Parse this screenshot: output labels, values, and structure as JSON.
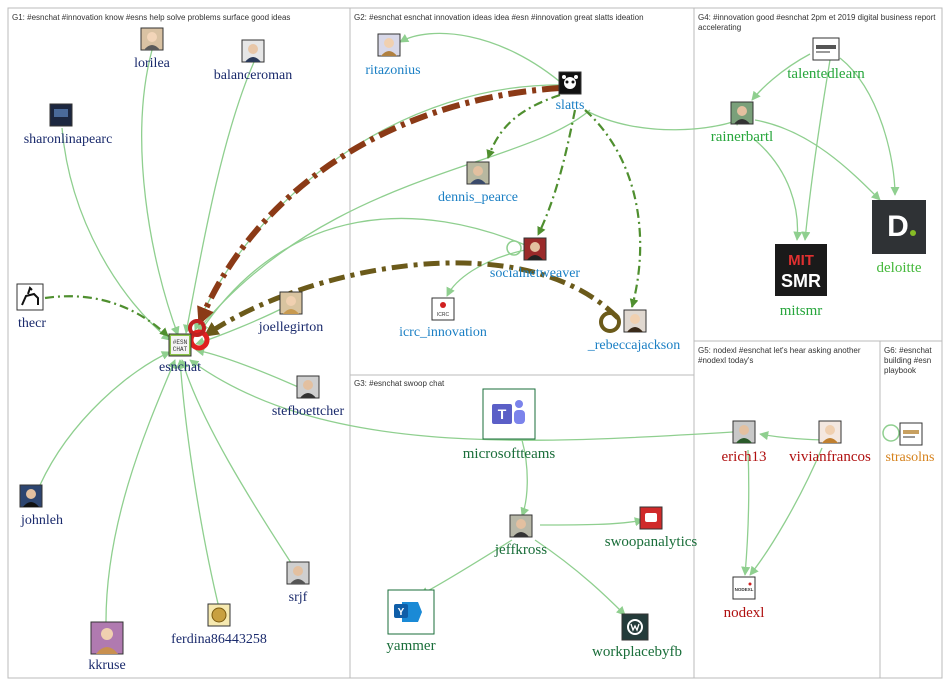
{
  "groups": [
    {
      "id": "G1",
      "label": "G1: #esnchat #innovation know #esns help solve problems surface good ideas"
    },
    {
      "id": "G2",
      "label": "G2: #esnchat esnchat innovation ideas idea #esn #innovation great slatts ideation"
    },
    {
      "id": "G3",
      "label": "G3: #esnchat swoop chat"
    },
    {
      "id": "G4",
      "label_lines": [
        "G4: #innovation good #esnchat 2pm et 2019 digital business report",
        "accelerating"
      ]
    },
    {
      "id": "G5",
      "label_lines": [
        "G5: nodexl #esnchat let's hear asking another",
        "#nodexl today's"
      ]
    },
    {
      "id": "G6",
      "label_lines": [
        "G6: #esnchat",
        "building #esn",
        "playbook"
      ]
    }
  ],
  "nodes": [
    {
      "id": "lorilea",
      "label": "lorilea",
      "color": "#1a2a6c",
      "icon": "photo-woman-icon"
    },
    {
      "id": "balanceroman",
      "label": "balanceroman",
      "color": "#1a2a6c",
      "icon": "photo-man-glasses-icon"
    },
    {
      "id": "sharonlinapearc",
      "label": "sharonlinapearc",
      "color": "#1a2a6c",
      "icon": "photo-dark-icon"
    },
    {
      "id": "thecr",
      "label": "thecr",
      "color": "#1a2a6c",
      "icon": "horse-rider-icon"
    },
    {
      "id": "joellegirton",
      "label": "joellegirton",
      "color": "#1a2a6c",
      "icon": "photo-woman-icon"
    },
    {
      "id": "esnchat",
      "label": "esnchat",
      "color": "#1a2a6c",
      "icon": "esn-chat-logo-icon"
    },
    {
      "id": "stefboettcher",
      "label": "stefboettcher",
      "color": "#1a2a6c",
      "icon": "photo-man-icon"
    },
    {
      "id": "johnleh",
      "label": "johnleh",
      "color": "#1a2a6c",
      "icon": "photo-man-suit-icon"
    },
    {
      "id": "srjf",
      "label": "srjf",
      "color": "#1a2a6c",
      "icon": "photo-man-icon"
    },
    {
      "id": "ferdina86443258",
      "label": "ferdina86443258",
      "color": "#1a2a6c",
      "icon": "badge-icon"
    },
    {
      "id": "kkruse",
      "label": "kkruse",
      "color": "#1a2a6c",
      "icon": "photo-woman-icon"
    },
    {
      "id": "ritazonius",
      "label": "ritazonius",
      "color": "#1a7fc4",
      "icon": "photo-woman-icon"
    },
    {
      "id": "slatts",
      "label": "slatts",
      "color": "#1a7fc4",
      "icon": "panda-icon"
    },
    {
      "id": "dennis_pearce",
      "label": "dennis_pearce",
      "color": "#1a7fc4",
      "icon": "photo-man-glasses-icon"
    },
    {
      "id": "socialnetweaver",
      "label": "socialnetweaver",
      "color": "#1a7fc4",
      "icon": "photo-man-icon"
    },
    {
      "id": "icrc_innovation",
      "label": "icrc_innovation",
      "color": "#1a7fc4",
      "icon": "icrc-logo-icon",
      "logo_text": "ICRC"
    },
    {
      "id": "_rebeccajackson",
      "label": "_rebeccajackson",
      "color": "#1a7fc4",
      "icon": "photo-woman-icon"
    },
    {
      "id": "microsoftteams",
      "label": "microsoftteams",
      "color": "#1a6e3a",
      "icon": "microsoft-teams-icon"
    },
    {
      "id": "jeffkross",
      "label": "jeffkross",
      "color": "#1a6e3a",
      "icon": "photo-man-icon"
    },
    {
      "id": "swoopanalytics",
      "label": "swoopanalytics",
      "color": "#1a6e3a",
      "icon": "swoop-logo-icon"
    },
    {
      "id": "yammer",
      "label": "yammer",
      "color": "#1a6e3a",
      "icon": "yammer-logo-icon"
    },
    {
      "id": "workplacebyfb",
      "label": "workplacebyfb",
      "color": "#1a6e3a",
      "icon": "workplace-logo-icon"
    },
    {
      "id": "talentedlearn",
      "label": "talentedlearn",
      "color": "#27a63c",
      "icon": "logo-banner-icon"
    },
    {
      "id": "rainerbartl",
      "label": "rainerbartl",
      "color": "#27a63c",
      "icon": "photo-man-icon"
    },
    {
      "id": "mitsmr",
      "label": "mitsmr",
      "color": "#27a63c",
      "icon": "mit-smr-logo-icon",
      "logo_lines": [
        "MIT",
        "SMR"
      ]
    },
    {
      "id": "deloitte",
      "label": "deloitte",
      "color": "#44b83a",
      "icon": "deloitte-logo-icon",
      "logo_text": "D."
    },
    {
      "id": "erich13",
      "label": "erich13",
      "color": "#b01010",
      "icon": "photo-man-icon"
    },
    {
      "id": "vivianfrancos",
      "label": "vivianfrancos",
      "color": "#b01010",
      "icon": "photo-woman-icon"
    },
    {
      "id": "nodexl",
      "label": "nodexl",
      "color": "#b01010",
      "icon": "nodexl-logo-icon",
      "logo_text": "NODEXL"
    },
    {
      "id": "strasolns",
      "label": "strasolns",
      "color": "#d6821c",
      "icon": "logo-banner-icon"
    }
  ],
  "colors": {
    "edge_light": "#8fcf8f",
    "edge_dash_green": "#5a9a3a",
    "edge_heavy_brown": "#8b3a16",
    "edge_heavy_olive": "#6b5a1a",
    "self_loop_red": "#e02020",
    "box_border": "#bbbbbb"
  }
}
